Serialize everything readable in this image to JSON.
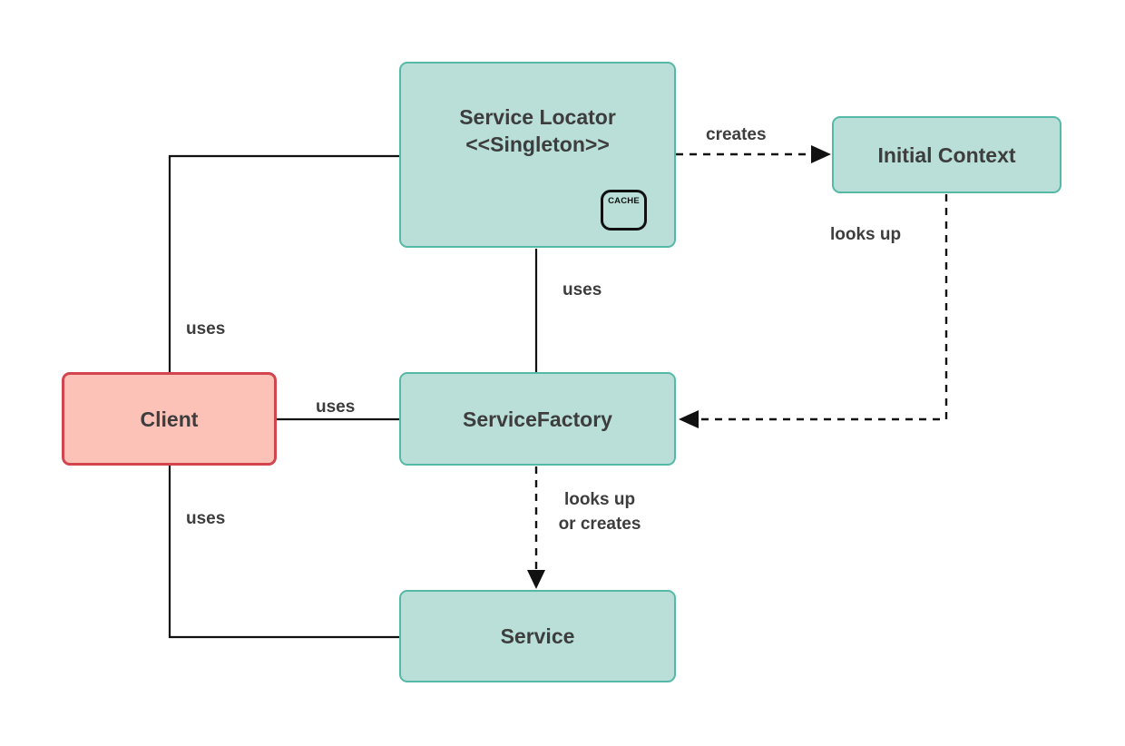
{
  "colors": {
    "node_fill_teal": "#b9dfd8",
    "node_border_teal": "#56b8a7",
    "node_fill_red": "#fcc1b7",
    "node_border_red": "#d2454f",
    "label_text": "#3d3d3d",
    "edge_line": "#111111",
    "background": "#ffffff"
  },
  "nodes": {
    "service_locator": {
      "label_line1": "Service Locator",
      "label_line2": "<<Singleton>>",
      "badge": "CACHE"
    },
    "initial_context": {
      "label": "Initial Context"
    },
    "client": {
      "label": "Client"
    },
    "service_factory": {
      "label": "ServiceFactory"
    },
    "service": {
      "label": "Service"
    }
  },
  "edges": {
    "client_to_service_locator": {
      "label": "uses",
      "style": "solid"
    },
    "client_to_service_factory": {
      "label": "uses",
      "style": "solid"
    },
    "client_to_service": {
      "label": "uses",
      "style": "solid"
    },
    "service_locator_to_service_factory": {
      "label": "uses",
      "style": "solid"
    },
    "service_locator_to_initial_context": {
      "label": "creates",
      "style": "dashed-arrow"
    },
    "initial_context_to_service_factory": {
      "label": "looks up",
      "style": "dashed-arrow"
    },
    "service_factory_to_service": {
      "label_line1": "looks up",
      "label_line2": "or creates",
      "style": "dashed-arrow"
    }
  }
}
